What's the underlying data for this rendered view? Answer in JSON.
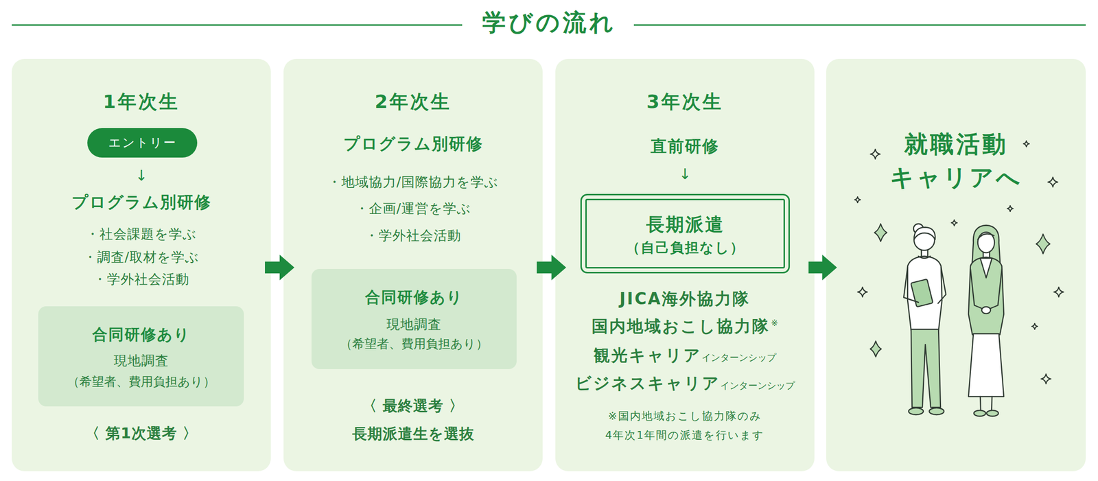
{
  "diagram": {
    "title": "学びの流れ",
    "nodes": [
      {
        "text": [
          "1年次生",
          "↓",
          "プログラム別研修",
          "・社会課題を学ぶ",
          "・調査/取材を学ぶ",
          "・学外社会活動",
          "〈 第1次選考 〉"
        ]
      },
      {
        "text": [
          "エントリー"
        ],
        "in": 0
      },
      {
        "text": [
          "合同研修あり",
          "現地調査",
          "（希望者、費用負担あり）"
        ],
        "in": 0
      },
      {
        "text": [
          "2年次生",
          "プログラム別研修",
          "・地域協力/国際協力を学ぶ",
          "・企画/運営を学ぶ",
          "・学外社会活動",
          "〈 最終選考 〉",
          "長期派遣生を選抜"
        ]
      },
      {
        "text": [
          "合同研修あり",
          "現地調査",
          "（希望者、費用負担あり）"
        ],
        "in": 3
      },
      {
        "text": [
          "3年次生",
          "直前研修",
          "↓",
          "JICA海外協力隊",
          "国内地域おこし協力隊",
          "※",
          "観光キャリア",
          "インターンシップ",
          "ビジネスキャリア",
          "インターンシップ",
          "※国内地域おこし協力隊のみ 4年次1年間の派遣を行います"
        ]
      },
      {
        "text": [
          "長期派遣",
          "（自己負担なし）"
        ],
        "in": 5
      },
      {
        "text": [
          "就職活動 キャリアへ"
        ]
      }
    ],
    "edges": [
      {
        "from": 0,
        "to": 3,
        "arrow": "to"
      },
      {
        "from": 3,
        "to": 5,
        "arrow": "to"
      },
      {
        "from": 5,
        "to": 7,
        "arrow": "to"
      }
    ]
  }
}
